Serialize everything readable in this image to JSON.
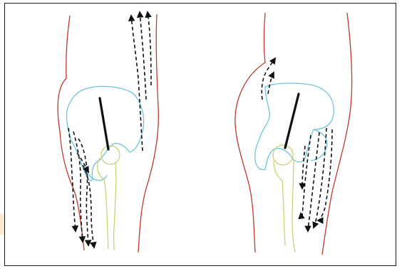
{
  "figure": {
    "panels": [
      {
        "id": "left",
        "arrow_count_up": 3,
        "arrow_count_down": 5
      },
      {
        "id": "right",
        "arrow_count_up": 2,
        "arrow_count_down": 5
      }
    ],
    "colors": {
      "frame": "#1a1a1a",
      "body_outline": "#c0392b",
      "pelvis": "#6ec6dc",
      "femur": "#c9cf6a",
      "axis_line": "#111111",
      "flow_arrows": "#111111"
    }
  }
}
